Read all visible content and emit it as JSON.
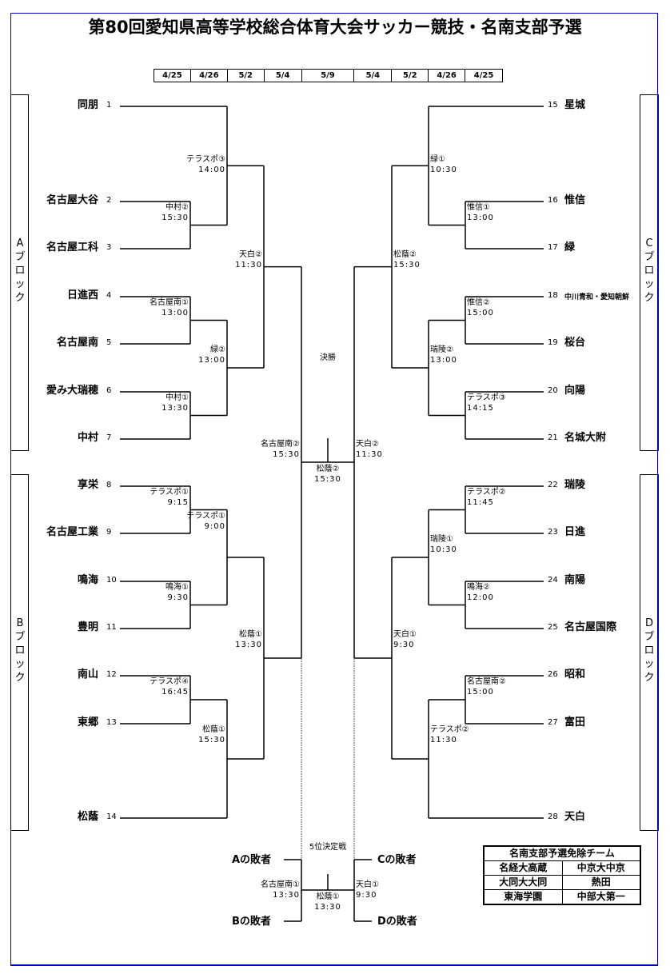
{
  "title": "第80回愛知県高等学校総合体育大会サッカー競技・名南支部予選",
  "dates": [
    "4/25",
    "4/26",
    "5/2",
    "5/4",
    "5/9",
    "5/4",
    "5/2",
    "4/26",
    "4/25"
  ],
  "blocks": {
    "A": "Aブロック",
    "B": "Bブロック",
    "C": "Cブロック",
    "D": "Dブロック"
  },
  "teams": [
    {
      "seed": "1",
      "name": "同朋"
    },
    {
      "seed": "2",
      "name": "名古屋大谷"
    },
    {
      "seed": "3",
      "name": "名古屋工科"
    },
    {
      "seed": "4",
      "name": "日進西"
    },
    {
      "seed": "5",
      "name": "名古屋南"
    },
    {
      "seed": "6",
      "name": "愛み大瑞穂"
    },
    {
      "seed": "7",
      "name": "中村"
    },
    {
      "seed": "8",
      "name": "享栄"
    },
    {
      "seed": "9",
      "name": "名古屋工業"
    },
    {
      "seed": "10",
      "name": "鳴海"
    },
    {
      "seed": "11",
      "name": "豊明"
    },
    {
      "seed": "12",
      "name": "南山"
    },
    {
      "seed": "13",
      "name": "東郷"
    },
    {
      "seed": "14",
      "name": "松蔭"
    },
    {
      "seed": "15",
      "name": "星城"
    },
    {
      "seed": "16",
      "name": "惟信"
    },
    {
      "seed": "17",
      "name": "緑"
    },
    {
      "seed": "18",
      "name": "中川青和・愛知朝鮮"
    },
    {
      "seed": "19",
      "name": "桜台"
    },
    {
      "seed": "20",
      "name": "向陽"
    },
    {
      "seed": "21",
      "name": "名城大附"
    },
    {
      "seed": "22",
      "name": "瑞陵"
    },
    {
      "seed": "23",
      "name": "日進"
    },
    {
      "seed": "24",
      "name": "南陽"
    },
    {
      "seed": "25",
      "name": "名古屋国際"
    },
    {
      "seed": "26",
      "name": "昭和"
    },
    {
      "seed": "27",
      "name": "富田"
    },
    {
      "seed": "28",
      "name": "天白"
    }
  ],
  "matches": {
    "m_2_3": {
      "venue": "中村②",
      "time": "15:30"
    },
    "m_1_23": {
      "venue": "テラスポ③",
      "time": "14:00"
    },
    "m_4_5": {
      "venue": "名古屋南①",
      "time": "13:00"
    },
    "m_6_7": {
      "venue": "中村①",
      "time": "13:30"
    },
    "m_45_67": {
      "venue": "緑②",
      "time": "13:00"
    },
    "m_A_final": {
      "venue": "天白②",
      "time": "11:30"
    },
    "m_8_9": {
      "venue": "テラスポ①",
      "time": "9:15"
    },
    "m_10_11": {
      "venue": "鳴海①",
      "time": "9:30"
    },
    "m_89_1011": {
      "venue": "テラスポ①",
      "time": "9:00"
    },
    "m_12_13": {
      "venue": "テラスポ④",
      "time": "16:45"
    },
    "m_1213_14": {
      "venue": "松蔭①",
      "time": "15:30"
    },
    "m_B_final": {
      "venue": "松蔭①",
      "time": "13:30"
    },
    "m_AB_semi": {
      "venue": "名古屋南②",
      "time": "15:30"
    },
    "m_16_17": {
      "venue": "惟信①",
      "time": "13:00"
    },
    "m_15_1617": {
      "venue": "緑①",
      "time": "10:30"
    },
    "m_18_19": {
      "venue": "惟信②",
      "time": "15:00"
    },
    "m_20_21": {
      "venue": "テラスポ③",
      "time": "14:15"
    },
    "m_1819_2021": {
      "venue": "瑞陵②",
      "time": "13:00"
    },
    "m_C_final": {
      "venue": "松蔭②",
      "time": "15:30"
    },
    "m_22_23": {
      "venue": "テラスポ②",
      "time": "11:45"
    },
    "m_24_25": {
      "venue": "鳴海②",
      "time": "12:00"
    },
    "m_2223_2425": {
      "venue": "瑞陵①",
      "time": "10:30"
    },
    "m_26_27": {
      "venue": "名古屋南②",
      "time": "15:00"
    },
    "m_2627_28": {
      "venue": "テラスポ②",
      "time": "11:30"
    },
    "m_D_final": {
      "venue": "天白①",
      "time": "9:30"
    },
    "m_CD_semi": {
      "venue": "天白②",
      "time": "11:30"
    },
    "final": {
      "label": "決勝",
      "venue": "松蔭②",
      "time": "15:30"
    },
    "fifth_AB": {
      "venue": "名古屋南①",
      "time": "13:30"
    },
    "fifth_CD": {
      "venue": "天白①",
      "time": "9:30"
    },
    "fifth": {
      "label": "5位決定戦",
      "venue": "松蔭①",
      "time": "13:30"
    }
  },
  "losers": {
    "A": "Aの敗者",
    "B": "Bの敗者",
    "C": "Cの敗者",
    "D": "Dの敗者"
  },
  "exempt": {
    "title": "名南支部予選免除チーム",
    "rows": [
      [
        "名経大高蔵",
        "中京大中京"
      ],
      [
        "大同大大同",
        "熱田"
      ],
      [
        "東海学園",
        "中部大第一"
      ]
    ]
  }
}
